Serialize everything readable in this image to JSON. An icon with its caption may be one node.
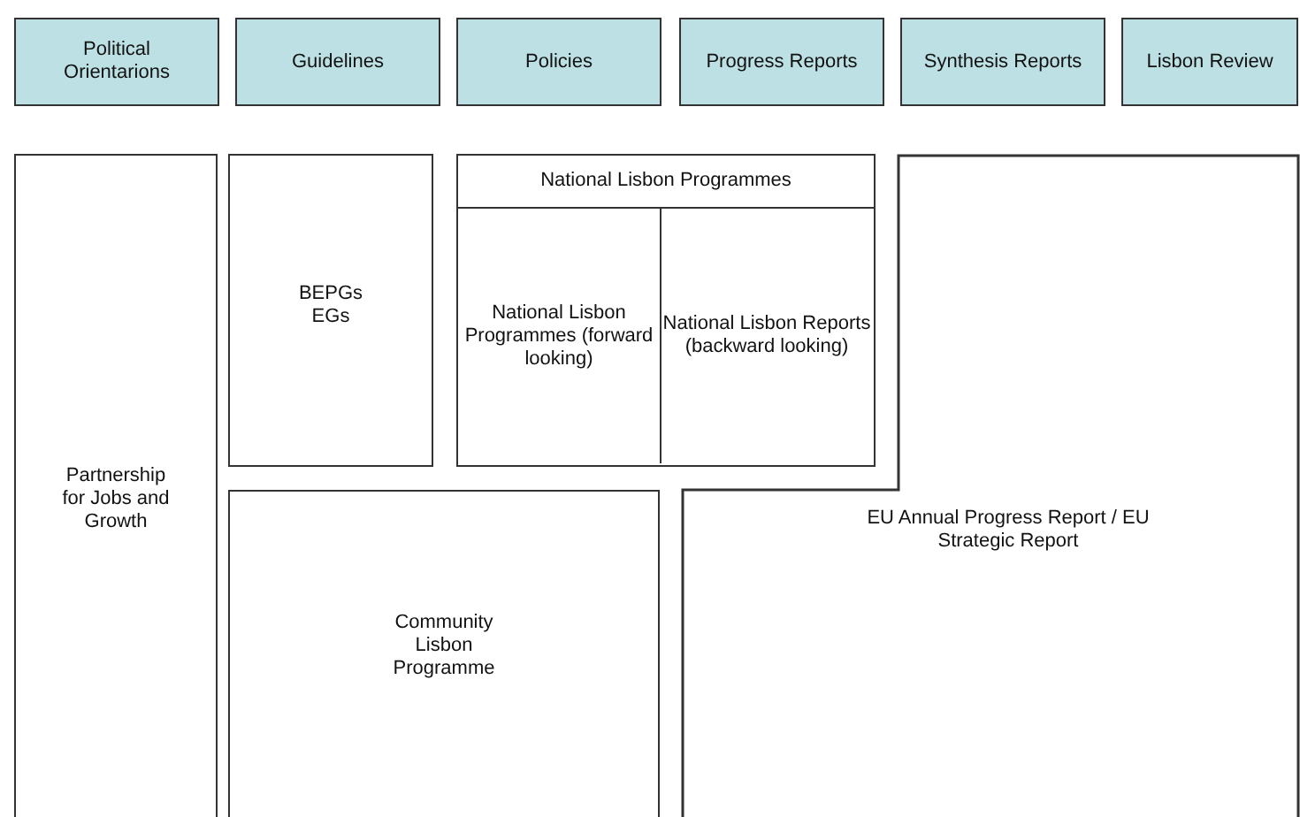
{
  "diagram": {
    "nodes": [
      {
        "text": [
          "Political Orientarions"
        ]
      },
      {
        "text": [
          "Guidelines"
        ]
      },
      {
        "text": [
          "Policies"
        ]
      },
      {
        "text": [
          "Progress Reports"
        ]
      },
      {
        "text": [
          "Synthesis Reports"
        ]
      },
      {
        "text": [
          "Lisbon Review"
        ]
      },
      {
        "text": [
          "Partnership for Jobs and Growth"
        ]
      },
      {
        "text": [
          "BEPGs EGs"
        ]
      },
      {
        "text": [
          "National Lisbon Programmes"
        ]
      },
      {
        "text": [
          "National Lisbon Programmes (forward looking)"
        ],
        "in": 8
      },
      {
        "text": [
          "National Lisbon Reports (backward looking)"
        ],
        "in": 8
      },
      {
        "text": [
          "EU Annual Progress Report / EU Strategic Report"
        ]
      },
      {
        "text": [
          "Community Lisbon Programme"
        ]
      }
    ],
    "edges": []
  }
}
